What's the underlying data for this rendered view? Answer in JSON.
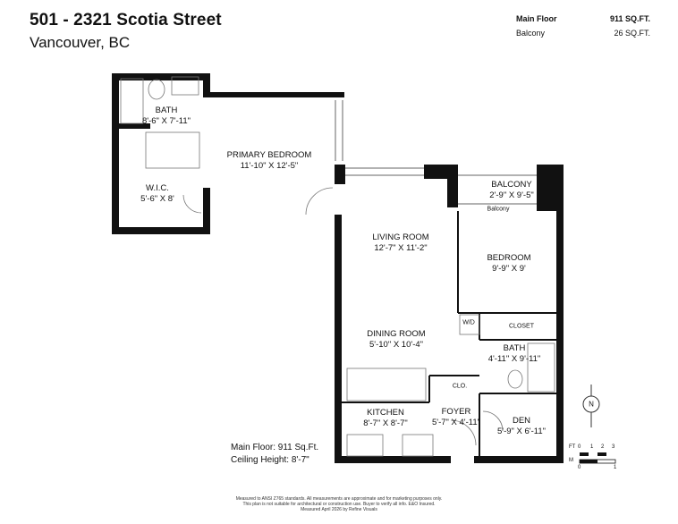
{
  "header": {
    "address": "501 - 2321 Scotia Street",
    "city": "Vancouver, BC"
  },
  "areas": [
    {
      "label": "Main Floor",
      "value": "911 SQ.FT."
    },
    {
      "label": "Balcony",
      "value": "26 SQ.FT."
    }
  ],
  "rooms": {
    "bath_primary": {
      "name": "BATH",
      "dims": "8'-6\" X 7'-11\""
    },
    "primary_bedroom": {
      "name": "PRIMARY BEDROOM",
      "dims": "11'-10\" X 12'-5\""
    },
    "wic": {
      "name": "W.I.C.",
      "dims": "5'-6\" X 8'"
    },
    "balcony": {
      "name": "BALCONY",
      "dims": "2'-9\" X 9'-5\""
    },
    "living_room": {
      "name": "LIVING ROOM",
      "dims": "12'-7\" X 11'-2\""
    },
    "bedroom": {
      "name": "BEDROOM",
      "dims": "9'-9\" X 9'"
    },
    "dining_room": {
      "name": "DINING ROOM",
      "dims": "5'-10\" X 10'-4\""
    },
    "bath_second": {
      "name": "BATH",
      "dims": "4'-11\" X 9'-11\""
    },
    "kitchen": {
      "name": "KITCHEN",
      "dims": "8'-7\" X 8'-7\""
    },
    "foyer": {
      "name": "FOYER",
      "dims": "5'-7\" X 4'-11\""
    },
    "den": {
      "name": "DEN",
      "dims": "5'-9\" X 6'-11\""
    }
  },
  "labels": {
    "closet": "CLOSET",
    "wd": "W/D",
    "clo": "CLO.",
    "balcony_sub": "Balcony"
  },
  "stats": {
    "main_floor": "Main Floor: 911 Sq.Ft.",
    "ceiling": "Ceiling Height: 8'-7\""
  },
  "compass": {
    "letter": "N"
  },
  "scale": {
    "ft_label": "FT",
    "ft_ticks": [
      "0",
      "1",
      "2",
      "3"
    ],
    "m_label": "M",
    "m_ticks": [
      "0",
      "1"
    ]
  },
  "disclaimer": [
    "Measured to ANSI Z765 standards. All measurements are approximate and for marketing purposes only.",
    "This plan is not suitable for architectural or construction use. Buyer to verify all info. E&O Insured.",
    "Measured April 2026 by Refine Visuals"
  ],
  "colors": {
    "wall": "#111111",
    "fixture": "#555555"
  }
}
